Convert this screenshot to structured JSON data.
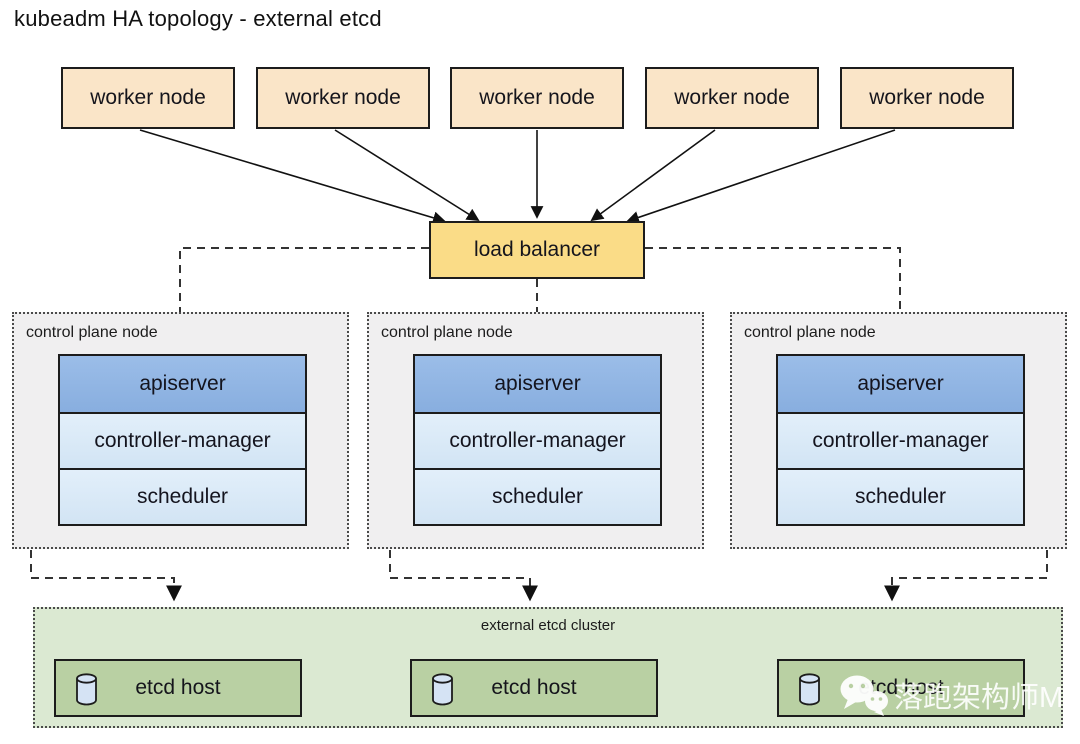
{
  "title": "kubeadm HA topology - external etcd",
  "workers": [
    {
      "label": "worker node"
    },
    {
      "label": "worker node"
    },
    {
      "label": "worker node"
    },
    {
      "label": "worker node"
    },
    {
      "label": "worker node"
    }
  ],
  "load_balancer": {
    "label": "load balancer"
  },
  "control_planes": [
    {
      "label": "control plane node",
      "components": [
        "apiserver",
        "controller-manager",
        "scheduler"
      ]
    },
    {
      "label": "control plane node",
      "components": [
        "apiserver",
        "controller-manager",
        "scheduler"
      ]
    },
    {
      "label": "control plane node",
      "components": [
        "apiserver",
        "controller-manager",
        "scheduler"
      ]
    }
  ],
  "etcd_cluster": {
    "label": "external etcd cluster",
    "hosts": [
      {
        "label": "etcd host",
        "icon": "database-cylinder-icon"
      },
      {
        "label": "etcd host",
        "icon": "database-cylinder-icon"
      },
      {
        "label": "etcd host",
        "icon": "database-cylinder-icon"
      }
    ]
  },
  "watermark": {
    "text": "落跑架构师M",
    "icon": "wechat-icon"
  },
  "colors": {
    "worker_fill": "#FAE5C8",
    "load_balancer_fill": "#FADC87",
    "apiserver_fill": "#8FB4E3",
    "component_fill": "#D8E9F7",
    "control_plane_fill": "#F0EFF0",
    "etcd_cluster_fill": "#DBE9D2",
    "etcd_host_fill": "#B9D0A3",
    "cylinder_fill": "#D5E3F4",
    "line_color": "#1c1c1c"
  }
}
